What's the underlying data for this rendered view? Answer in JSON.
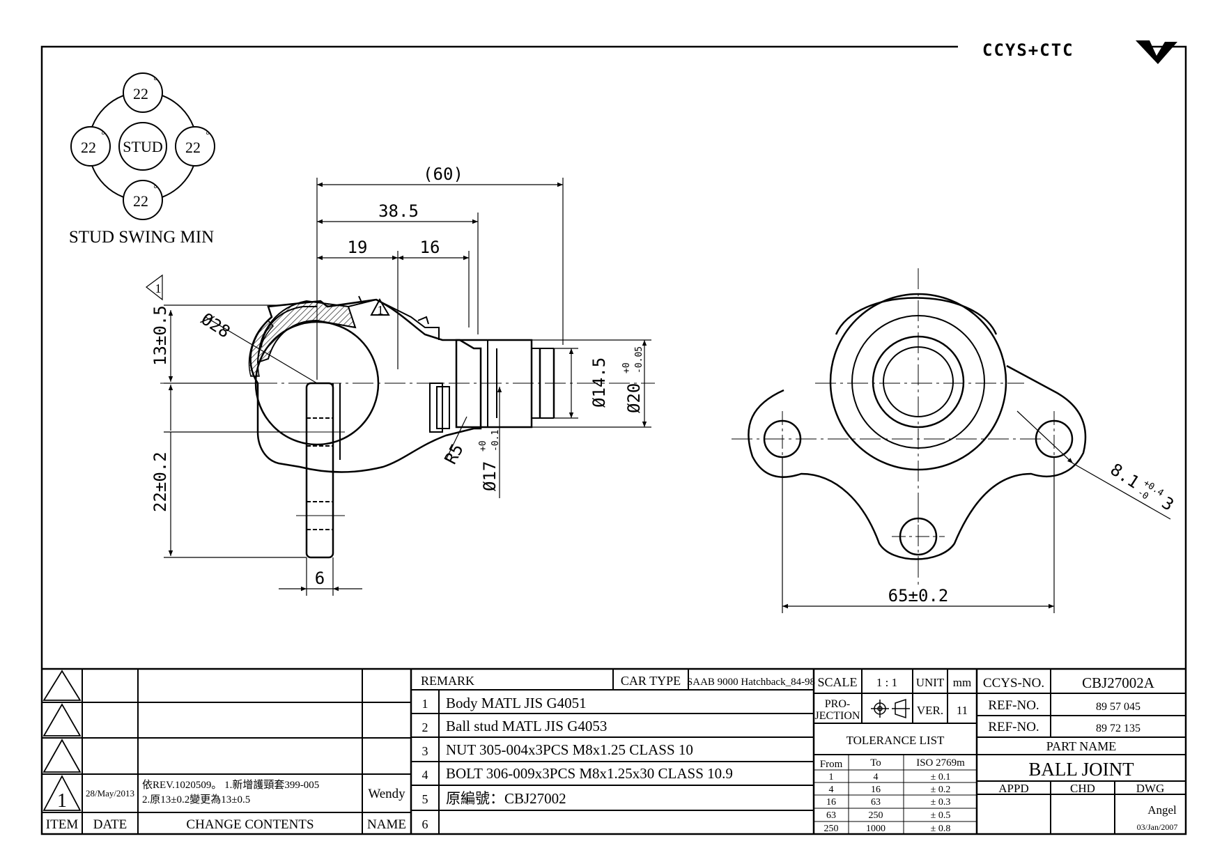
{
  "logo": {
    "text": "CCYS+CTC"
  },
  "swing": {
    "top": "22",
    "left": "22",
    "right": "22",
    "bottom": "22",
    "degree": "°",
    "center": "STUD",
    "caption": "STUD SWING MIN"
  },
  "side_view": {
    "dim_total": "(60)",
    "dim_38": "38.5",
    "dim_19": "19",
    "dim_16": "16",
    "dim_13": "13±0.5",
    "dim_22": "22±0.2",
    "dim_6": "6",
    "dia_28": "Ø28",
    "dia_14": "Ø14.5",
    "dia_20": "Ø20",
    "dia_20_tol_upper": "+0",
    "dia_20_tol_lower": "-0.05",
    "dia_17": "Ø17",
    "dia_17_tol_upper": "+0",
    "dia_17_tol_lower": "-0.1",
    "r5": "R5",
    "rev_mark": "1"
  },
  "flange_view": {
    "dim_65": "65±0.2",
    "hole_dia": "8.1",
    "hole_tol_upper": "+0.4",
    "hole_tol_lower": "-0",
    "hole_qty": "3"
  },
  "revisions": {
    "rows": [
      {
        "item": "",
        "date": "",
        "contents_1": "",
        "contents_2": "",
        "name": ""
      },
      {
        "item": "",
        "date": "",
        "contents_1": "",
        "contents_2": "",
        "name": ""
      },
      {
        "item": "",
        "date": "",
        "contents_1": "",
        "contents_2": "",
        "name": ""
      },
      {
        "item": "1",
        "date": "28/May/2013",
        "contents_1": "依REV.1020509。 1.新增護頸套399-005",
        "contents_2": "2.原13±0.2變更為13±0.5",
        "name": "Wendy"
      }
    ],
    "headers": {
      "item": "ITEM",
      "date": "DATE",
      "contents": "CHANGE CONTENTS",
      "name": "NAME"
    }
  },
  "remarks": {
    "header": "REMARK",
    "car_type_label": "CAR TYPE",
    "car_type": "SAAB 9000 Hatchback_84-98",
    "items": [
      {
        "no": "1",
        "text": "Body MATL JIS G4051"
      },
      {
        "no": "2",
        "text": "Ball stud MATL JIS G4053"
      },
      {
        "no": "3",
        "text": "NUT 305-004x3PCS M8x1.25 CLASS 10"
      },
      {
        "no": "4",
        "text": "BOLT 306-009x3PCS M8x1.25x30 CLASS 10.9"
      },
      {
        "no": "5",
        "text": "原編號：CBJ27002"
      },
      {
        "no": "6",
        "text": ""
      }
    ]
  },
  "scale_block": {
    "scale_label": "SCALE",
    "scale": "1 : 1",
    "unit_label": "UNIT",
    "unit": "mm",
    "projection_label_1": "PRO-",
    "projection_label_2": "JECTION",
    "ver_label": "VER.",
    "ver": "11"
  },
  "tolerance": {
    "title": "TOLERANCE LIST",
    "headers": {
      "from": "From",
      "to": "To",
      "iso": "ISO 2769m"
    },
    "rows": [
      {
        "from": "1",
        "to": "4",
        "tol": "± 0.1"
      },
      {
        "from": "4",
        "to": "16",
        "tol": "± 0.2"
      },
      {
        "from": "16",
        "to": "63",
        "tol": "± 0.3"
      },
      {
        "from": "63",
        "to": "250",
        "tol": "± 0.5"
      },
      {
        "from": "250",
        "to": "1000",
        "tol": "± 0.8"
      }
    ]
  },
  "title_block": {
    "ccys_label": "CCYS-NO.",
    "ccys_no": "CBJ27002A",
    "ref_label_1": "REF-NO.",
    "ref_no_1": "89 57 045",
    "ref_label_2": "REF-NO.",
    "ref_no_2": "89 72 135",
    "part_name_label": "PART NAME",
    "part_name": "BALL JOINT",
    "appd_label": "APPD",
    "chd_label": "CHD",
    "dwg_label": "DWG",
    "drawn_by": "Angel",
    "drawn_date": "03/Jan/2007"
  }
}
